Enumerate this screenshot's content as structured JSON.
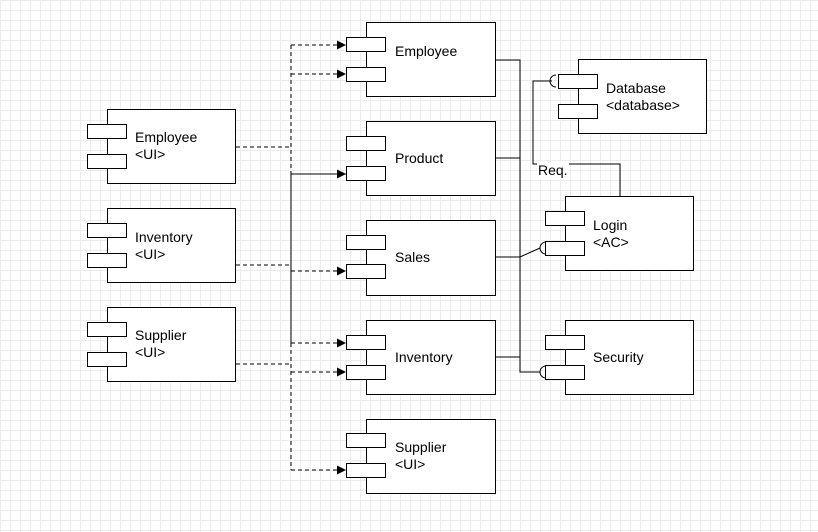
{
  "diagram": {
    "ui_components": [
      {
        "name": "Employee",
        "stereotype": "<UI>"
      },
      {
        "name": "Inventory",
        "stereotype": "<UI>"
      },
      {
        "name": "Supplier",
        "stereotype": "<UI>"
      }
    ],
    "service_components": [
      {
        "name": "Employee",
        "stereotype": ""
      },
      {
        "name": "Product",
        "stereotype": ""
      },
      {
        "name": "Sales",
        "stereotype": ""
      },
      {
        "name": "Inventory",
        "stereotype": ""
      },
      {
        "name": "Supplier",
        "stereotype": "<UI>"
      }
    ],
    "infra_components": [
      {
        "name": "Database",
        "stereotype": "<database>"
      },
      {
        "name": "Login",
        "stereotype": "<AC>"
      },
      {
        "name": "Security",
        "stereotype": ""
      }
    ],
    "req_label": "Req."
  },
  "colors": {
    "stroke": "#000000",
    "background": "#ffffff",
    "grid": "#ececec"
  }
}
